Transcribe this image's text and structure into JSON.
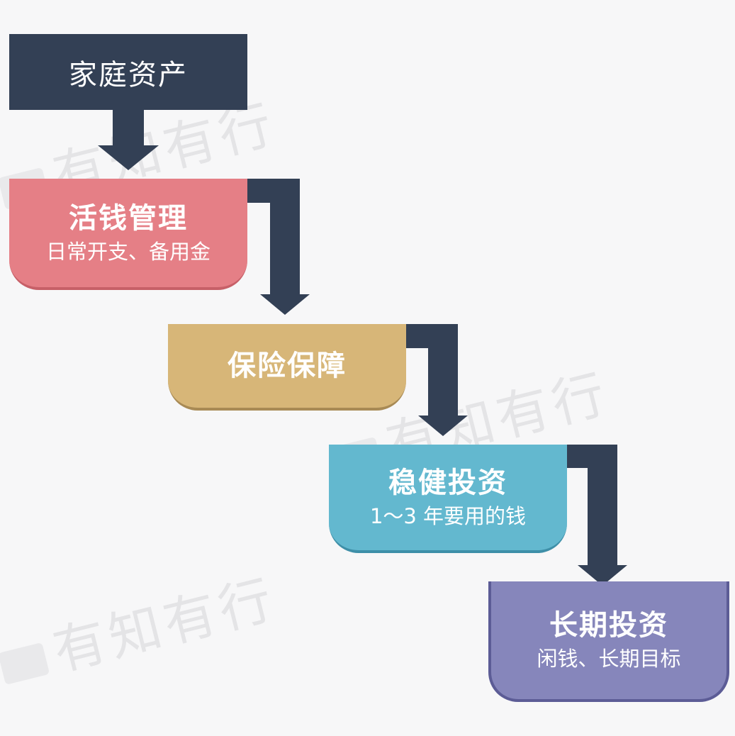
{
  "watermark": "有知有行",
  "header": {
    "title": "家庭资产"
  },
  "steps": [
    {
      "title": "活钱管理",
      "subtitle": "日常开支、备用金",
      "color": "#e57f86"
    },
    {
      "title": "保险保障",
      "subtitle": "",
      "color": "#d7b678"
    },
    {
      "title": "稳健投资",
      "subtitle": "1～3 年要用的钱",
      "color": "#63b8cf"
    },
    {
      "title": "长期投资",
      "subtitle": "闲钱、长期目标",
      "color": "#8686bb"
    }
  ],
  "arrow_color": "#334055"
}
